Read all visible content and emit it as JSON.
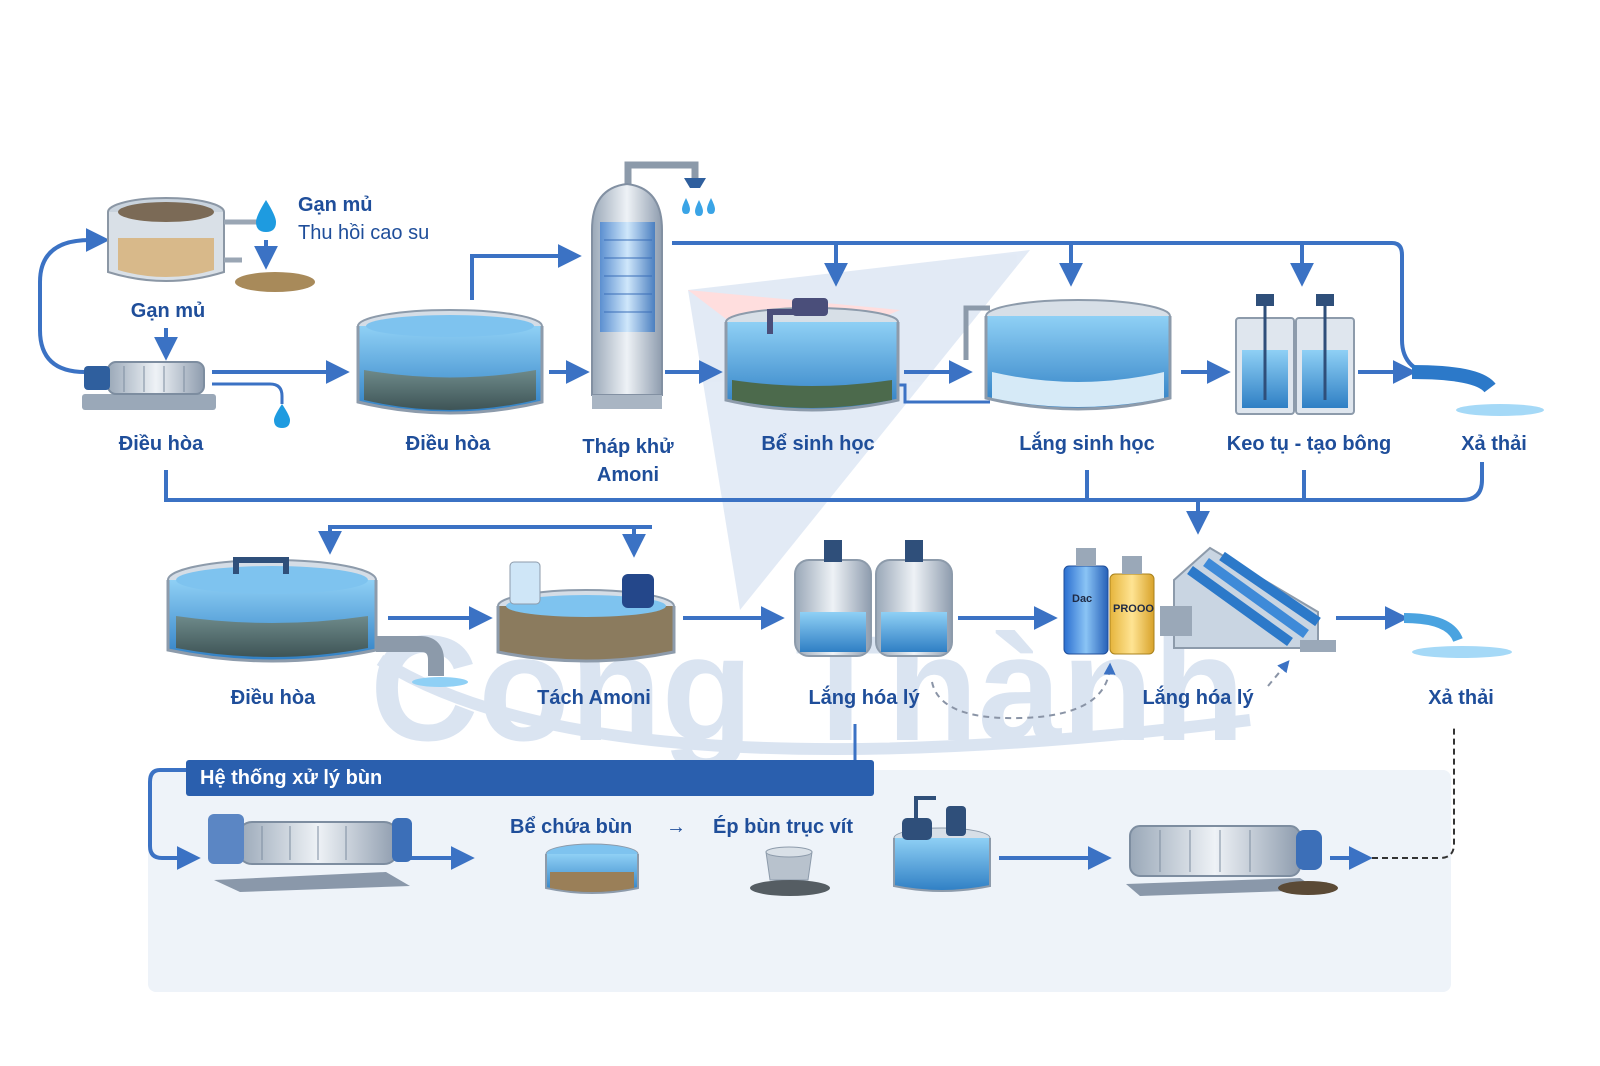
{
  "top_note": {
    "title": "Gạn mủ",
    "subtitle": "Thu hồi cao su"
  },
  "watermark": {
    "text": "Công Thành"
  },
  "row1": [
    {
      "label": "Gạn mủ"
    },
    {
      "label": "Điều hòa"
    },
    {
      "label": "Điều hòa"
    },
    {
      "label": "Tháp khử",
      "label2": "Amoni"
    },
    {
      "label": "Bể sinh học"
    },
    {
      "label": "Lắng sinh học"
    },
    {
      "label": "Keo tụ - tạo bông"
    },
    {
      "label": "Xả thải"
    }
  ],
  "row2": [
    {
      "label": "Điều hòa"
    },
    {
      "label": "Tách Amoni"
    },
    {
      "label": "Lắng hóa lý"
    },
    {
      "label": "Lắng hóa lý"
    },
    {
      "label": "Xả thải"
    }
  ],
  "chemicals": {
    "tank1": "Dac",
    "tank2": "PROOO"
  },
  "sludge": {
    "banner": "Hệ thống xử lý bùn",
    "tank_label": "Bể chứa bùn",
    "arrow": "→",
    "press_label": "Ép bùn trục vít"
  },
  "colors": {
    "flow": "#3b72c4",
    "label": "#1f4e9a",
    "water": "#4aa3e0",
    "banner": "#2a5fae"
  }
}
